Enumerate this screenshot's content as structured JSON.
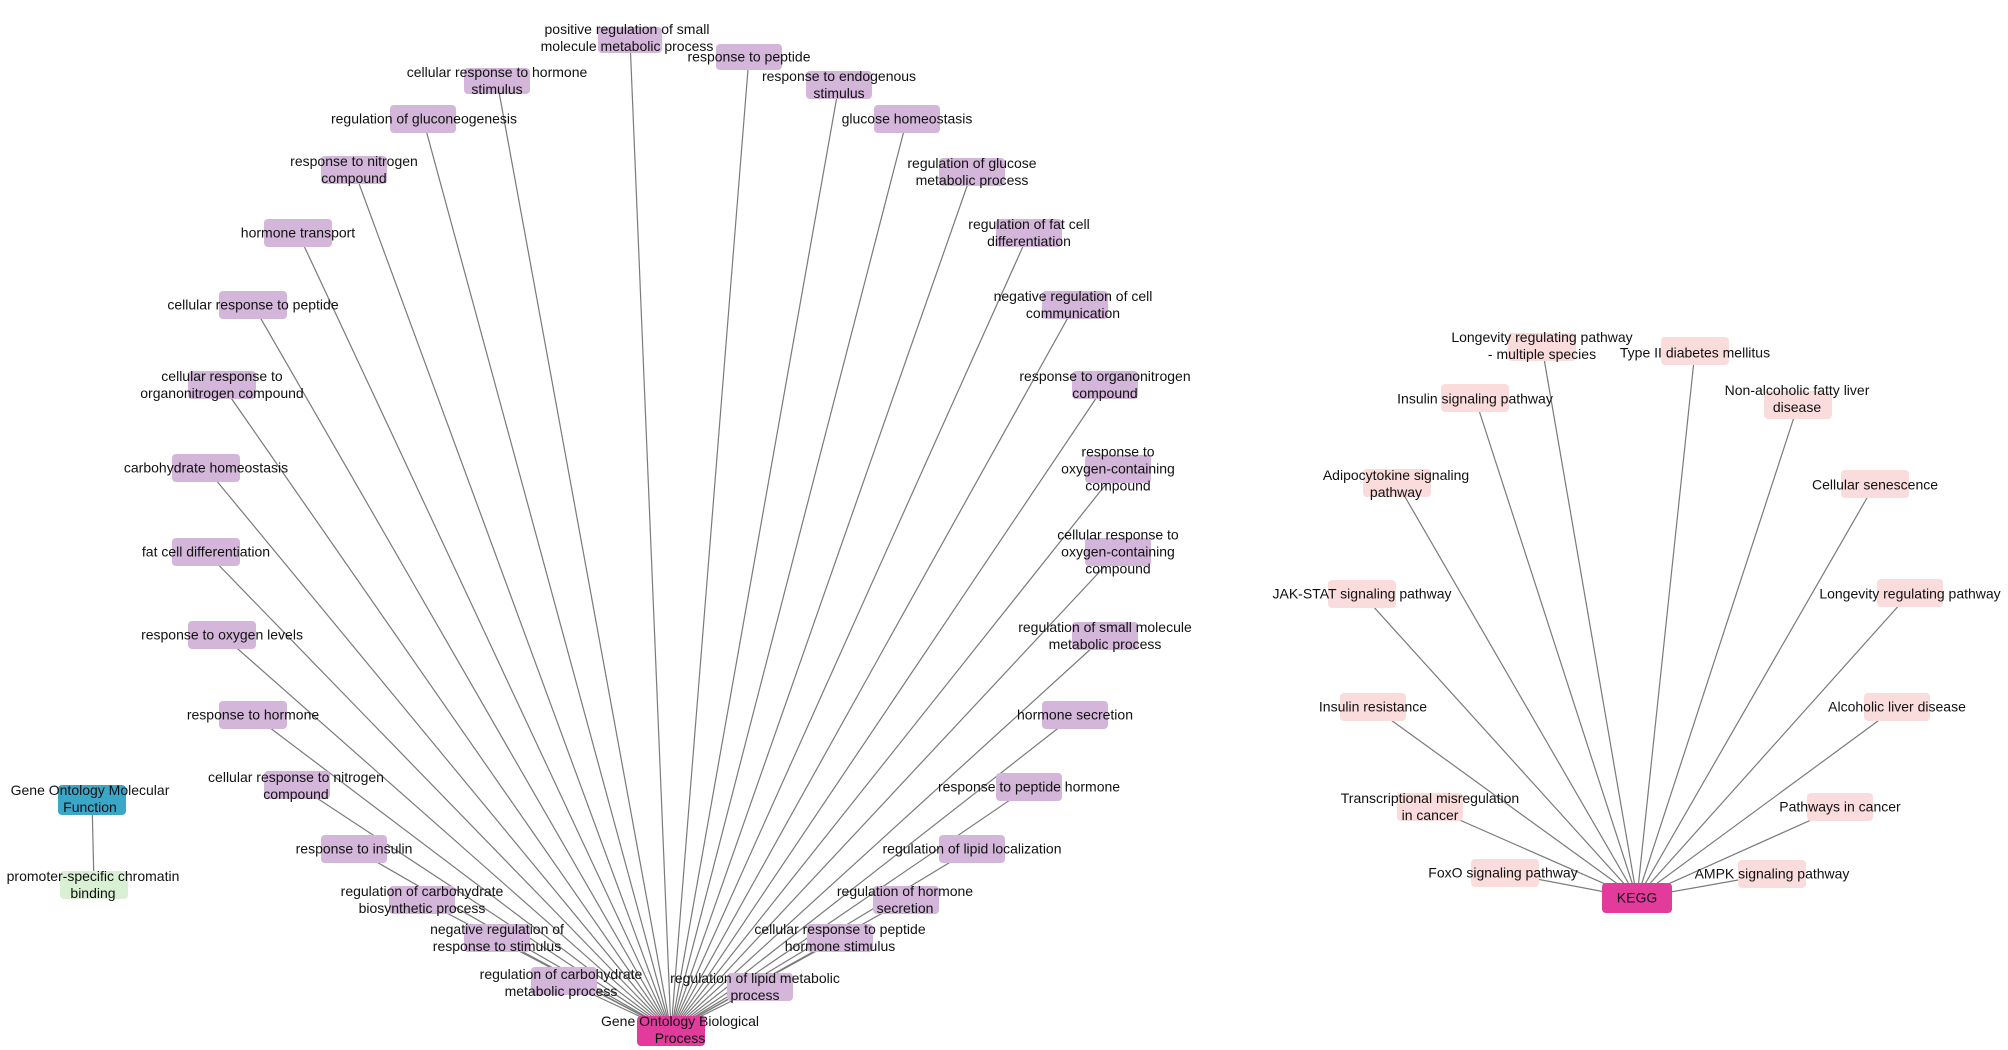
{
  "colors": {
    "edge": "#7a7a7a",
    "go_bp_hub": "#e23b9c",
    "go_bp_node": "#d3b6da",
    "kegg_hub": "#e23b9c",
    "kegg_node": "#fadcdc",
    "go_mf_hub": "#3aa6c8",
    "go_mf_node": "#d9f0d4"
  },
  "graphs": [
    {
      "hub": {
        "label": "Gene Ontology Biological\nProcess",
        "color_key": "go_bp_hub"
      },
      "node_color_key": "go_bp_node",
      "nodes": [
        {
          "label": "positive regulation of small\nmolecule metabolic process"
        },
        {
          "label": "response to peptide"
        },
        {
          "label": "cellular response to hormone\nstimulus"
        },
        {
          "label": "response to endogenous\nstimulus"
        },
        {
          "label": "regulation of gluconeogenesis"
        },
        {
          "label": "glucose homeostasis"
        },
        {
          "label": "response to nitrogen\ncompound"
        },
        {
          "label": "regulation of glucose\nmetabolic process"
        },
        {
          "label": "hormone transport"
        },
        {
          "label": "regulation of fat cell\ndifferentiation"
        },
        {
          "label": "cellular response to peptide"
        },
        {
          "label": "negative regulation of cell\ncommunication"
        },
        {
          "label": "cellular response to\norganonitrogen compound"
        },
        {
          "label": "response to organonitrogen\ncompound"
        },
        {
          "label": "carbohydrate homeostasis"
        },
        {
          "label": "response to\noxygen-containing\ncompound"
        },
        {
          "label": "fat cell differentiation"
        },
        {
          "label": "cellular response to\noxygen-containing\ncompound"
        },
        {
          "label": "response to oxygen levels"
        },
        {
          "label": "regulation of small molecule\nmetabolic process"
        },
        {
          "label": "response to hormone"
        },
        {
          "label": "hormone secretion"
        },
        {
          "label": "cellular response to nitrogen\ncompound"
        },
        {
          "label": "response to peptide hormone"
        },
        {
          "label": "response to insulin"
        },
        {
          "label": "regulation of lipid localization"
        },
        {
          "label": "regulation of carbohydrate\nbiosynthetic process"
        },
        {
          "label": "regulation of hormone\nsecretion"
        },
        {
          "label": "negative regulation of\nresponse to stimulus"
        },
        {
          "label": "cellular response to peptide\nhormone stimulus"
        },
        {
          "label": "regulation of carbohydrate\nmetabolic process"
        },
        {
          "label": "regulation of lipid metabolic\nprocess"
        }
      ]
    },
    {
      "hub": {
        "label": "KEGG",
        "color_key": "kegg_hub"
      },
      "node_color_key": "kegg_node",
      "nodes": [
        {
          "label": "Longevity regulating pathway\n- multiple species"
        },
        {
          "label": "Type II diabetes mellitus"
        },
        {
          "label": "Insulin signaling pathway"
        },
        {
          "label": "Non-alcoholic fatty liver\ndisease"
        },
        {
          "label": "Adipocytokine signaling\npathway"
        },
        {
          "label": "Cellular senescence"
        },
        {
          "label": "JAK-STAT signaling pathway"
        },
        {
          "label": "Longevity regulating pathway"
        },
        {
          "label": "Insulin resistance"
        },
        {
          "label": "Alcoholic liver disease"
        },
        {
          "label": "Transcriptional misregulation\nin cancer"
        },
        {
          "label": "Pathways in cancer"
        },
        {
          "label": "FoxO signaling pathway"
        },
        {
          "label": "AMPK signaling pathway"
        }
      ]
    },
    {
      "hub": {
        "label": "Gene Ontology Molecular\nFunction",
        "color_key": "go_mf_hub"
      },
      "node_color_key": "go_mf_node",
      "nodes": [
        {
          "label": "promoter-specific chromatin\nbinding"
        }
      ]
    }
  ]
}
